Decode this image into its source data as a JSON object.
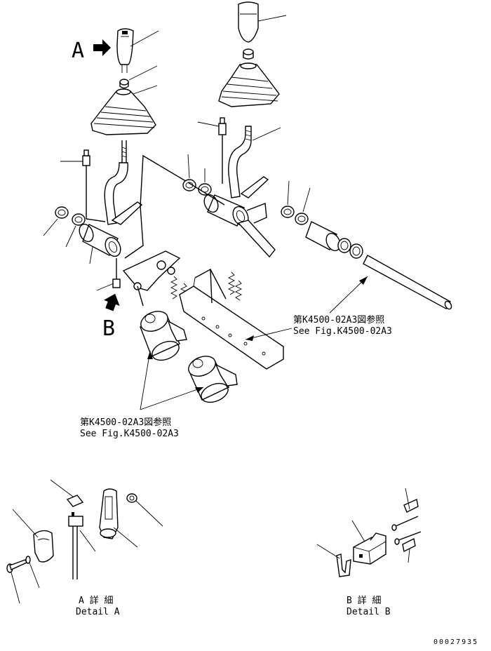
{
  "view_labels": {
    "view_a": "A",
    "view_b": "B"
  },
  "references": {
    "ref_right_jp": "第K4500-02A3図参照",
    "ref_right_en": "See Fig.K4500-02A3",
    "ref_bottom_jp": "第K4500-02A3図参照",
    "ref_bottom_en": "See Fig.K4500-02A3"
  },
  "details": {
    "detail_a_jp": "A 詳 細",
    "detail_a_en": "Detail A",
    "detail_b_jp": "B 詳 細",
    "detail_b_en": "Detail B"
  },
  "drawing_number": "00027935",
  "icons": [
    "arrow-right-icon",
    "arrow-up-icon"
  ]
}
